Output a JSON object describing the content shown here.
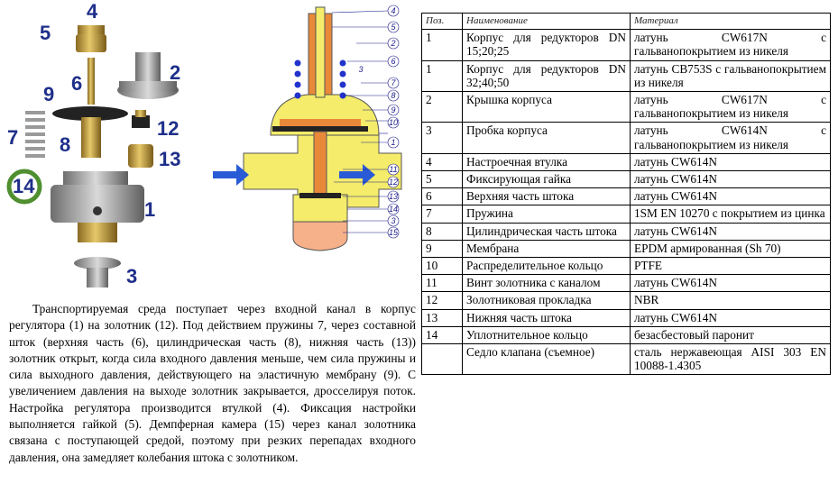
{
  "photo": {
    "callouts": [
      "5",
      "4",
      "6",
      "2",
      "9",
      "12",
      "7",
      "8",
      "13",
      "14",
      "1",
      "3"
    ]
  },
  "schematic": {
    "numbers": [
      "4",
      "5",
      "2",
      "6",
      "3",
      "7",
      "8",
      "9",
      "10",
      "1",
      "11",
      "12",
      "13",
      "14",
      "3",
      "15"
    ]
  },
  "paragraph": "Транспортируемая среда поступает через входной канал в корпус регулятора (1) на золотник (12). Под действием пружины 7, через составной шток (верхняя часть (6), цилиндрическая часть (8), нижняя часть (13)) золотник открыт, когда сила входного давления меньше, чем сила пружины и сила выходного давления, действующего на эластичную мембрану (9). С увеличением давления на выходе золотник закрывается, дросселируя поток. Настройка регулятора производится втулкой (4). Фиксация настройки выполняется гайкой (5). Демпферная камера (15) через канал золотника связана с поступающей средой, поэтому при резких перепадах входного давления, она замедляет колебания штока с золотником.",
  "table": {
    "headers": [
      "Поз.",
      "Наименование",
      "Материал"
    ],
    "rows": [
      {
        "pos": "1",
        "name": "Корпус для редукторов DN 15;20;25",
        "material": "латунь CW617N с гальванопокрытием из никеля"
      },
      {
        "pos": "1",
        "name": "Корпус для редукторов DN 32;40;50",
        "material": "латунь CB753S с гальванопокрытием из никеля"
      },
      {
        "pos": "2",
        "name": "Крышка корпуса",
        "material": "латунь CW617N с гальванопокрытием из никеля"
      },
      {
        "pos": "3",
        "name": "Пробка корпуса",
        "material": "латунь CW614N с гальванопокрытием из никеля"
      },
      {
        "pos": "4",
        "name": "Настроечная втулка",
        "material": "латунь CW614N"
      },
      {
        "pos": "5",
        "name": "Фиксирующая гайка",
        "material": "латунь CW614N"
      },
      {
        "pos": "6",
        "name": "Верхняя часть штока",
        "material": "латунь CW614N"
      },
      {
        "pos": "7",
        "name": "Пружина",
        "material": "1SM EN 10270 с покрытием из цинка"
      },
      {
        "pos": "8",
        "name": "Цилиндрическая часть штока",
        "material": "латунь CW614N"
      },
      {
        "pos": "9",
        "name": "Мембрана",
        "material": "EPDM армированная (Sh 70)"
      },
      {
        "pos": "10",
        "name": "Распределительное кольцо",
        "material": "PTFE"
      },
      {
        "pos": "11",
        "name": "Винт золотника с каналом",
        "material": "латунь CW614N"
      },
      {
        "pos": "12",
        "name": "Золотниковая прокладка",
        "material": "NBR"
      },
      {
        "pos": "13",
        "name": "Нижняя часть штока",
        "material": "латунь CW614N"
      },
      {
        "pos": "14",
        "name": "Уплотнительное кольцо",
        "material": "безасбестовый паронит"
      },
      {
        "pos": "",
        "name": "Седло клапана (съемное)",
        "material": "сталь нержавеющая AISI 303 EN 10088-1.4305"
      }
    ]
  },
  "colors": {
    "brass": "#c9a64a",
    "callout_blue": "#1e2f8a",
    "schematic_yellow": "#f4ec6a",
    "schematic_orange": "#e8893a",
    "arrow_blue": "#2a5bd7",
    "ring_green": "#4f8f2f"
  }
}
